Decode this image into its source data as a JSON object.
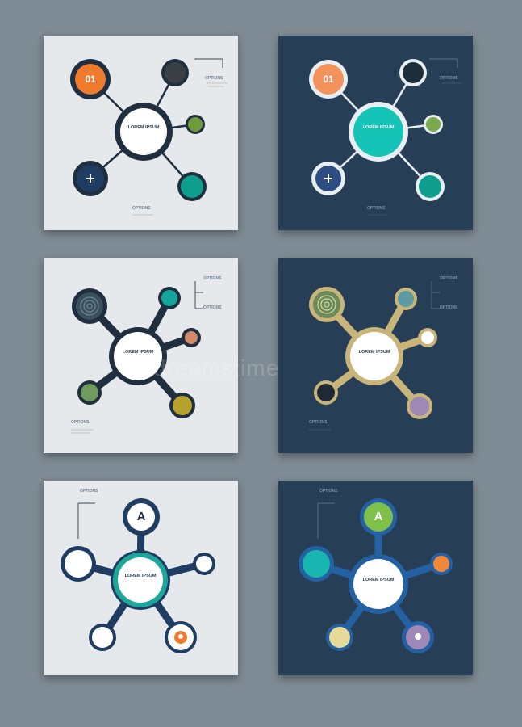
{
  "panels": {
    "p1": {
      "node_label": "01",
      "center_title": "LOREM IPSUM",
      "options_top": "OPTIONS",
      "options_bottom": "OPTIONS"
    },
    "p2": {
      "node_label": "01",
      "center_title": "LOREM IPSUM",
      "options_top": "OPTIONS",
      "options_bottom": "OPTIONS"
    },
    "p3": {
      "center_title": "LOREM IPSUM",
      "options_a": "OPTIONS",
      "options_b": "OPTIONS",
      "options_bottom": "OPTIONS"
    },
    "p4": {
      "center_title": "LOREM IPSUM",
      "options_a": "OPTIONS",
      "options_b": "OPTIONS",
      "options_bottom": "OPTIONS"
    },
    "p5": {
      "node_letter": "A",
      "center_title": "LOREM IPSUM",
      "options_top": "OPTIONS"
    },
    "p6": {
      "node_letter": "A",
      "center_title": "LOREM IPSUM",
      "options_top": "OPTIONS"
    }
  },
  "colors": {
    "orange": "#f07b2d",
    "dark_gray": "#3a3f44",
    "green": "#6f9b3c",
    "navy": "#1f3c63",
    "teal": "#0e9e8e",
    "cyan": "#14c4b6",
    "gold": "#c9b47a",
    "olive": "#b5a32d",
    "purple": "#9e88b6"
  },
  "icons": [
    "plus-icon",
    "target-icon",
    "lightbulb-icon"
  ],
  "watermark": "dreamstime"
}
